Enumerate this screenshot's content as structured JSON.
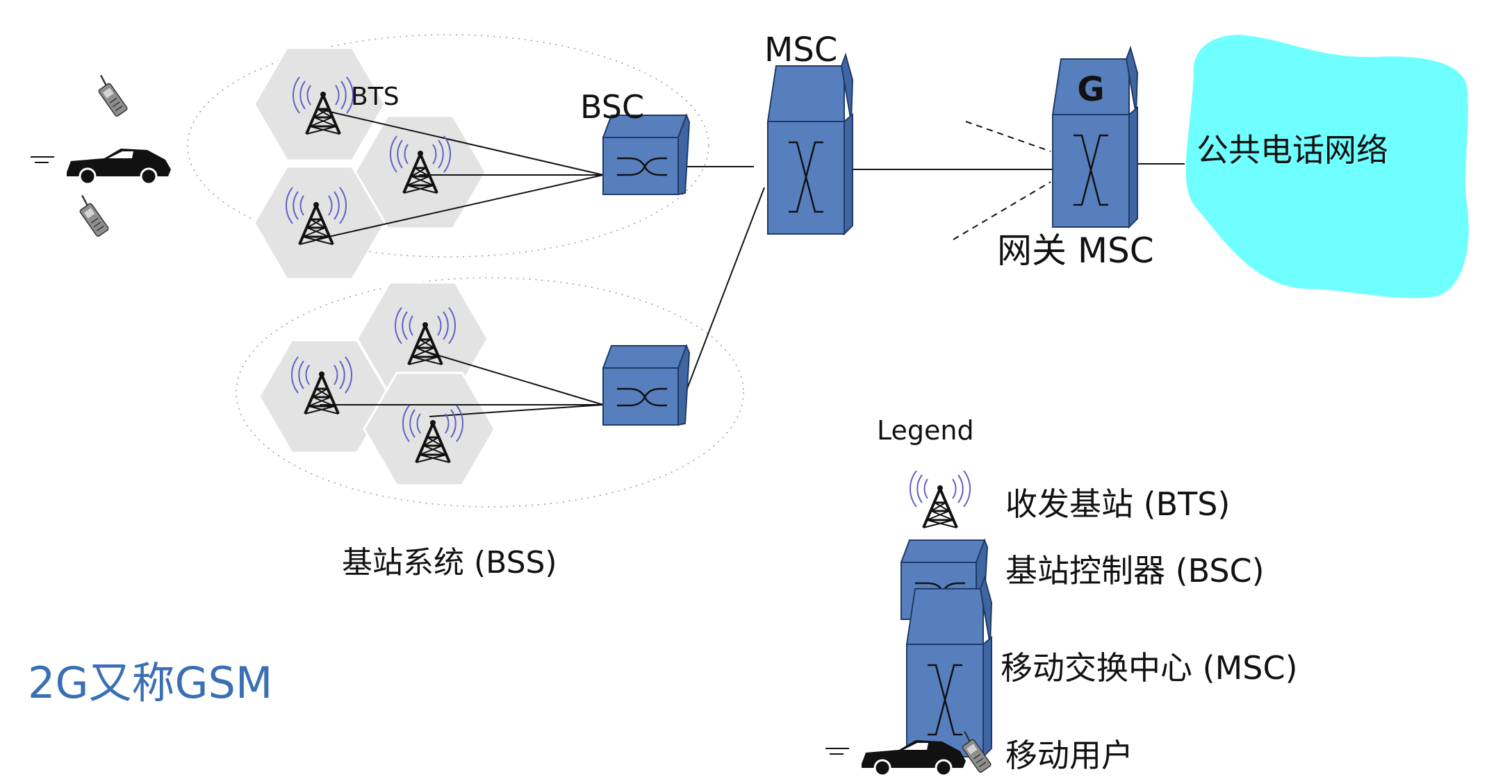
{
  "labels": {
    "bts": "BTS",
    "bsc": "BSC",
    "msc": "MSC",
    "gateway_letter": "G",
    "gateway_msc": "网关 MSC",
    "pstn": "公共电话网络",
    "bss": "基站系统 (BSS)",
    "title": "2G又称GSM"
  },
  "legend": {
    "heading": "Legend",
    "bts": "收发基站 (BTS)",
    "bsc": "基站控制器 (BSC)",
    "msc": "移动交换中心 (MSC)",
    "mobile": "移动用户"
  },
  "colors": {
    "switch_fill": "#587fbd",
    "switch_stroke": "#1f3a66",
    "cell_fill": "#e3e3e3",
    "cloud_fill": "#70ffff",
    "signal_wave": "#6060c8",
    "title_text": "#3a6fb4"
  },
  "icons": [
    "cell-tower-icon",
    "switch-box-icon",
    "msc-building-icon",
    "car-icon",
    "cellphone-icon",
    "cloud-shape"
  ]
}
